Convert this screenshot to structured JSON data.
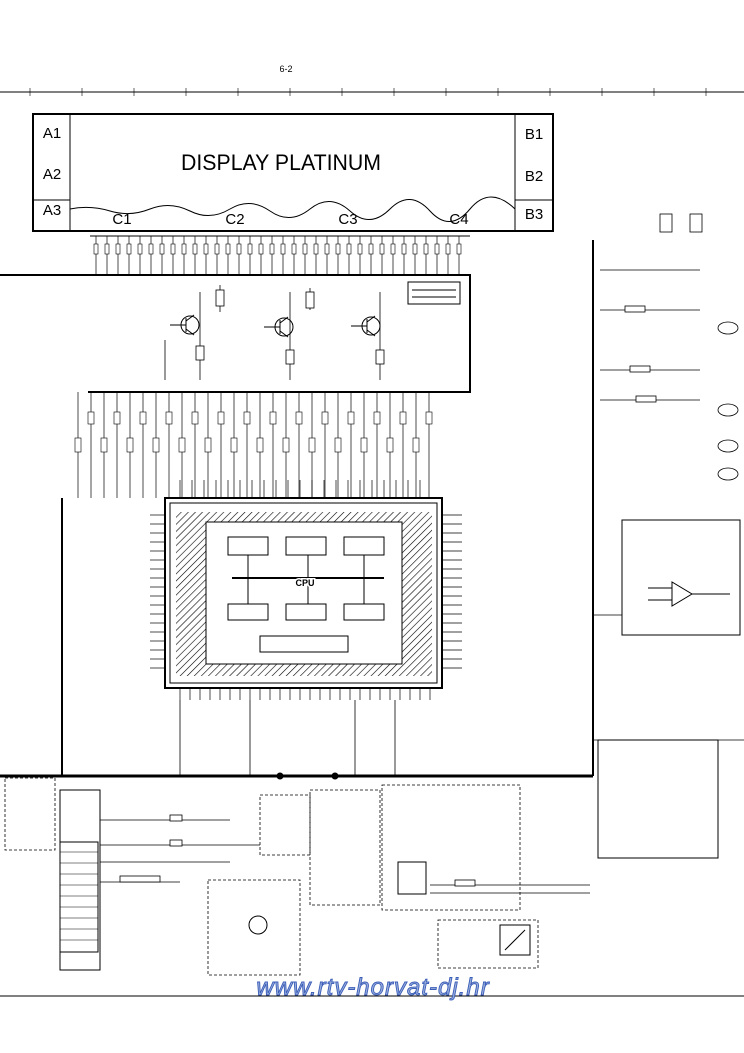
{
  "page_number": "6-2",
  "display": {
    "title": "DISPLAY PLATINUM",
    "left_labels": [
      "A1",
      "A2",
      "A3"
    ],
    "right_labels": [
      "B1",
      "B2",
      "B3"
    ],
    "bottom_labels": [
      "C1",
      "C2",
      "C3",
      "C4"
    ]
  },
  "cpu_label": "CPU",
  "watermark": "www.rtv-horvat-dj.hr"
}
